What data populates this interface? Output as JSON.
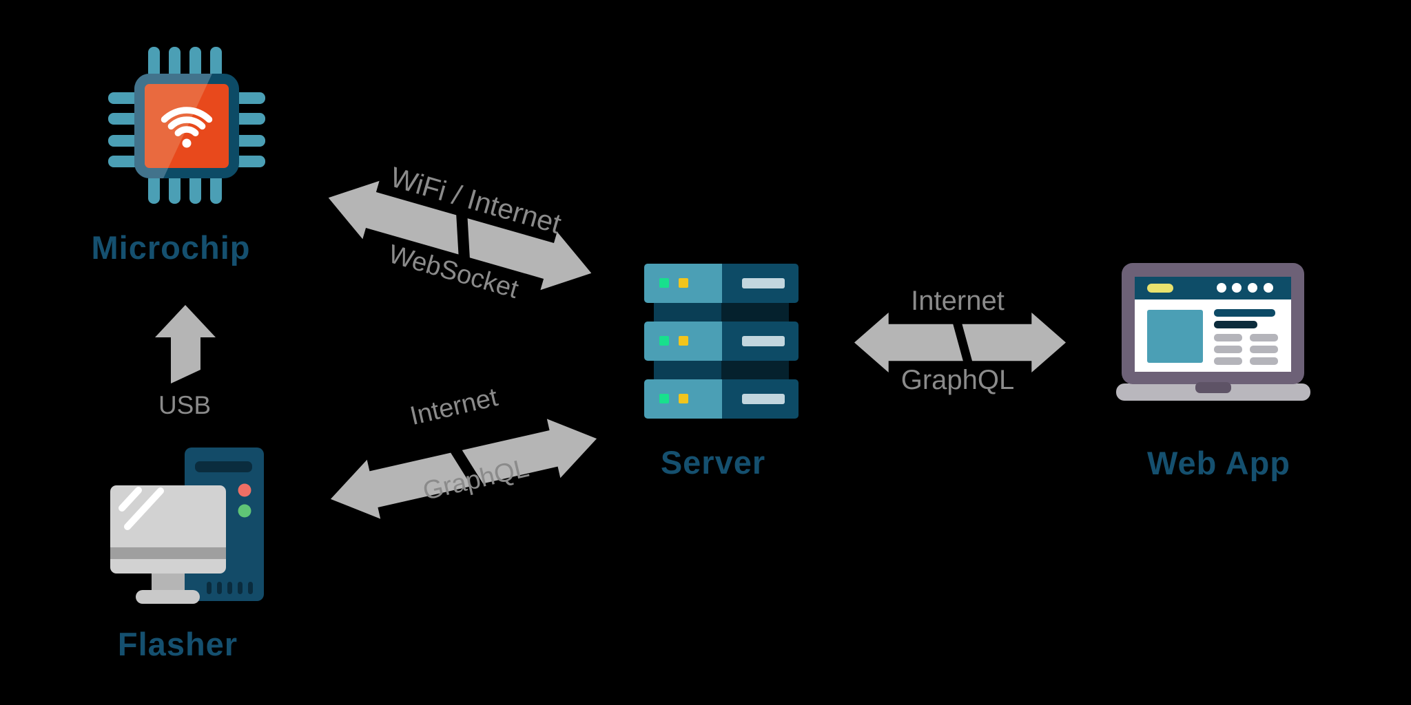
{
  "title": "IoT system architecture diagram",
  "theme": {
    "background": "#000000",
    "node_label": "#15506f",
    "arrow": "#b5b5b5",
    "arrow_text": "#8b8b8b",
    "teal": "#4b9fb5",
    "navy": "#0d4b66",
    "orange": "#e8491c"
  },
  "nodes": {
    "microchip": {
      "label": "Microchip"
    },
    "flasher": {
      "label": "Flasher"
    },
    "server": {
      "label": "Server"
    },
    "webapp": {
      "label": "Web App"
    }
  },
  "connections": {
    "microchip_server": {
      "label_top": "WiFi / Internet",
      "label_bottom": "WebSocket",
      "direction": "bidirectional"
    },
    "flasher_microchip": {
      "label": "USB",
      "direction": "up"
    },
    "flasher_server": {
      "label_top": "Internet",
      "label_bottom": "GraphQL",
      "direction": "bidirectional"
    },
    "server_webapp": {
      "label_top": "Internet",
      "label_bottom": "GraphQL",
      "direction": "bidirectional"
    }
  }
}
